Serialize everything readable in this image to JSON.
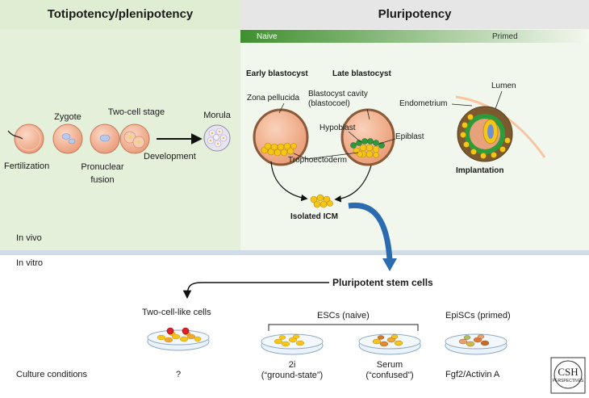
{
  "headers": {
    "left": "Totipotency/plenipotency",
    "right": "Pluripotency"
  },
  "gradient": {
    "start": "Naive",
    "end": "Primed"
  },
  "stages": {
    "zygote": "Zygote",
    "two_cell": "Two-cell stage",
    "morula": "Morula",
    "fertilization": "Fertilization",
    "pronuclear": "Pronuclear\nfusion",
    "development": "Development"
  },
  "blastocyst": {
    "early": "Early blastocyst",
    "late": "Late blastocyst",
    "zona": "Zona pellucida",
    "cavity": "Blastocyst cavity\n(blastocoel)",
    "hypoblast": "Hypoblast",
    "epiblast": "Epiblast",
    "trophoectoderm": "Trophoectoderm",
    "endometrium": "Endometrium",
    "lumen": "Lumen",
    "implantation": "Implantation",
    "icm": "Isolated ICM"
  },
  "regions": {
    "in_vivo": "In vivo",
    "in_vitro": "In vitro"
  },
  "culture": {
    "stem_cells": "Pluripotent stem cells",
    "two_cell_like": "Two-cell-like cells",
    "escs": "ESCs (naive)",
    "episcs": "EpiSCs (primed)",
    "conditions": "Culture conditions",
    "unknown": "?",
    "twoi": "2i\n(“ground-state”)",
    "serum": "Serum\n(“confused”)",
    "fgf": "Fgf2/Activin A"
  },
  "logo": {
    "line1": "CSH",
    "line2": "PERSPECTIVES"
  },
  "colors": {
    "green_panel": "#e4f0d9",
    "green_light": "#f1f7ec",
    "header_bar": "#e6e6e6",
    "divider": "#cfdbe6",
    "embryo": "#f3b89a",
    "icm": "#f5c518",
    "epiblast_green": "#2e9b3a",
    "arrow_blue": "#2b6cb0"
  }
}
